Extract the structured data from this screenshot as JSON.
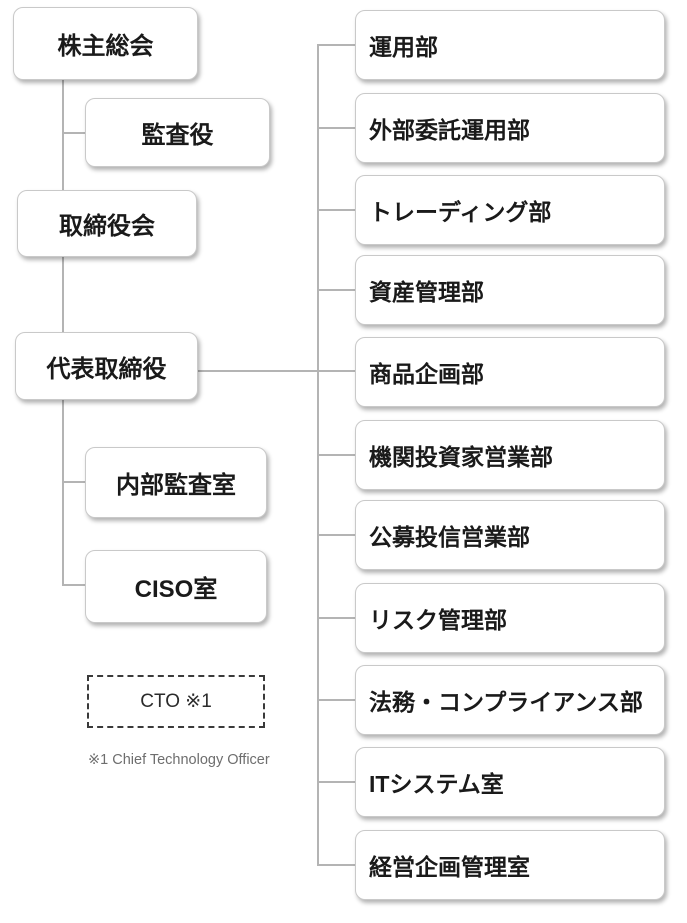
{
  "colors": {
    "line": "#b4b4b4",
    "box_border": "#c9c9c9",
    "box_text": "#1a1a1a",
    "footnote_text": "#6e6e6e",
    "background": "#ffffff"
  },
  "org_chart": {
    "left_column": [
      {
        "label": "株主総会"
      },
      {
        "label": "監査役"
      },
      {
        "label": "取締役会"
      },
      {
        "label": "代表取締役"
      },
      {
        "label": "内部監査室"
      },
      {
        "label": "CISO室"
      }
    ],
    "cto_box": {
      "label": "CTO ※1"
    },
    "footnote": "※1 Chief Technology Officer",
    "right_column": [
      {
        "label": "運用部"
      },
      {
        "label": "外部委託運用部"
      },
      {
        "label": "トレーディング部"
      },
      {
        "label": "資産管理部"
      },
      {
        "label": "商品企画部"
      },
      {
        "label": "機関投資家営業部"
      },
      {
        "label": "公募投信営業部"
      },
      {
        "label": "リスク管理部"
      },
      {
        "label": "法務・コンプライアンス部"
      },
      {
        "label": "ITシステム室"
      },
      {
        "label": "経営企画管理室"
      }
    ]
  }
}
